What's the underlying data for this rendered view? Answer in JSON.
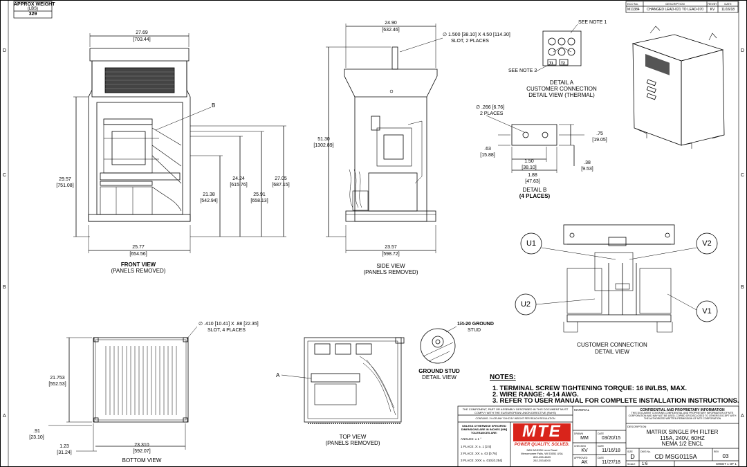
{
  "approx_weight": {
    "label": "APPROX WEIGHT",
    "unit": "(LBS)",
    "value": "329"
  },
  "revision": {
    "eco": "M11384",
    "description": "CHANGED LEAD-021 TO LEAD-070",
    "by": "KV",
    "date": "11/16/18",
    "hdr_eco": "ECO No.",
    "hdr_desc": "DESCRIPTION",
    "hdr_by": "REVBY",
    "hdr_date": "DATE"
  },
  "zones": {
    "left": [
      "D",
      "C",
      "B",
      "A"
    ],
    "right": [
      "D",
      "C",
      "B",
      "A"
    ]
  },
  "front": {
    "width_top": "27.69",
    "width_top_mm": "[703.44]",
    "width_bot": "25.77",
    "width_bot_mm": "[654.56]",
    "h1": "29.57",
    "h1_mm": "[751.08]",
    "h2": "21.38",
    "h2_mm": "[542.94]",
    "h3": "24.24",
    "h3_mm": "[615.76]",
    "h4": "25.91",
    "h4_mm": "[658.13]",
    "h5": "27.05",
    "h5_mm": "[687.15]",
    "callout_b": "B",
    "title": "FRONT VIEW",
    "subtitle": "(PANELS REMOVED)"
  },
  "side": {
    "width_top": "24.90",
    "width_top_mm": "[632.46]",
    "width_bot": "23.57",
    "width_bot_mm": "[598.72]",
    "height": "51.30",
    "height_mm": "[1302.89]",
    "slot1": "∅ 1.500 [38.10] X 4.50 [114.30]",
    "slot2": "SLOT, 2 PLACES",
    "title": "SIDE VIEW",
    "subtitle": "(PANELS REMOVED)"
  },
  "detail_a": {
    "note1": "SEE NOTE 1",
    "note2": "SEE NOTE 2",
    "t1": "T1",
    "t2": "T2",
    "title1": "DETAIL A",
    "title2": "CUSTOMER CONNECTION",
    "title3": "DETAIL VIEW (THERMAL)"
  },
  "detail_b": {
    "hole": "∅ .266 [6.76]",
    "hole2": "2 PLACES",
    "d1": ".63",
    "d1_mm": "[15.88]",
    "d2": "1.50",
    "d2_mm": "[38.10]",
    "d3": "1.88",
    "d3_mm": "[47.63]",
    "d4": ".75",
    "d4_mm": "[19.05]",
    "d5": ".38",
    "d5_mm": "[9.53]",
    "title": "DETAIL B",
    "subtitle": "(4 PLACES)"
  },
  "customer_conn": {
    "u1": "U1",
    "u2": "U2",
    "v1": "V1",
    "v2": "V2",
    "title": "CUSTOMER CONNECTION",
    "subtitle": "DETAIL VIEW"
  },
  "bottom": {
    "slot1": "∅ .410 [10.41] X .88 [22.35]",
    "slot2": "SLOT, 4 PLACES",
    "h": "21.753",
    "h_mm": "[552.53]",
    "d1": ".91",
    "d1_mm": "[23.10]",
    "d2": "1.23",
    "d2_mm": "[31.24]",
    "w": "23.310",
    "w_mm": "[592.07]",
    "title": "BOTTOM VIEW"
  },
  "top": {
    "callout_a": "A",
    "title": "TOP VIEW",
    "subtitle": "(PANELS REMOVED)"
  },
  "ground": {
    "stud1": "1/4-20 GROUND",
    "stud2": "STUD",
    "title": "GROUND STUD",
    "subtitle": "DETAIL VIEW"
  },
  "notes": {
    "heading": "NOTES:",
    "items": [
      "1.  TERMINAL SCREW TIGHTENING TORQUE: 16 IN/LBS, MAX.",
      "2.  WIRE RANGE: 4-14 AWG.",
      "3.  REFER TO USER MANUAL FOR COMPLETE INSTALLATION INSTRUCTIONS."
    ]
  },
  "title_block": {
    "compliance": "THE COMPONENT, PART OR ASSEMBLY DESCRIBED IN THIS DOCUMENT MUST COMPLY WITH THE EU/EUROPEAN UNION DIRECTIVE (RoHS)",
    "contains": "CONTAINS .1% OR ANY SVHC BY WEIGHT PER REACH REGULATION",
    "tol_head": "UNLESS OTHERWISE SPECIFIED DIMENSIONS ARE IN INCHES [MM] TOLERANCES ARE:",
    "tol1": "ANGLES: ± 1 °",
    "tol2": "1 PLACE .X: ± .1 [2.5]",
    "tol3": "2 PLACE .XX: ± .03 [0.76]",
    "tol4": "3 PLACE .XXX: ± .010 [0.254]",
    "logo": "MTE",
    "tagline": "POWER QUALITY. SOLVED.",
    "address1": "N83 W13330 Leon Road",
    "address2": "Menomonee Falls, WI 53051 USA",
    "address3": "800-455-4683",
    "address4": "262-253-8200",
    "material": "MATERIAL",
    "drawn": "DRAWN",
    "drawn_by": "MM",
    "drawn_date": "03/20/15",
    "checked": "CHECKED",
    "checked_by": "KV",
    "checked_date": "11/16/18",
    "approved": "APPROVED",
    "approved_by": "AK",
    "approved_date": "11/27/18",
    "date_lbl": "DATE",
    "confidential": "CONFIDENTIAL AND PROPRIETARY INFORMATION",
    "conf_text": "THIS DOCUMENT CONTAINS CONFIDENTIAL AND PROPRIETARY INFORMATION OF MTE CORPORATION AND MAY NOT BE USED, COPIED OR DISCLOSED TO OTHERS EXCEPT WITH THE AUTHORIZED WRITTEN PERMISSION OF MTE CORPORATION",
    "description_lbl": "DESCRIPTION",
    "desc1": "MATRIX SINGLE PH FILTER",
    "desc2": "115A, 240V, 60HZ",
    "desc3": "NEMA 1/2 ENCL",
    "size_lbl": "SIZE",
    "size": "D",
    "dwg_lbl": "DWG No.",
    "dwg": "CD MSG0115A",
    "rev_lbl": "REV",
    "rev": "03",
    "scale_lbl": "SCALE",
    "scale": "1:6",
    "sheet": "SHEET 1 OF 1"
  }
}
